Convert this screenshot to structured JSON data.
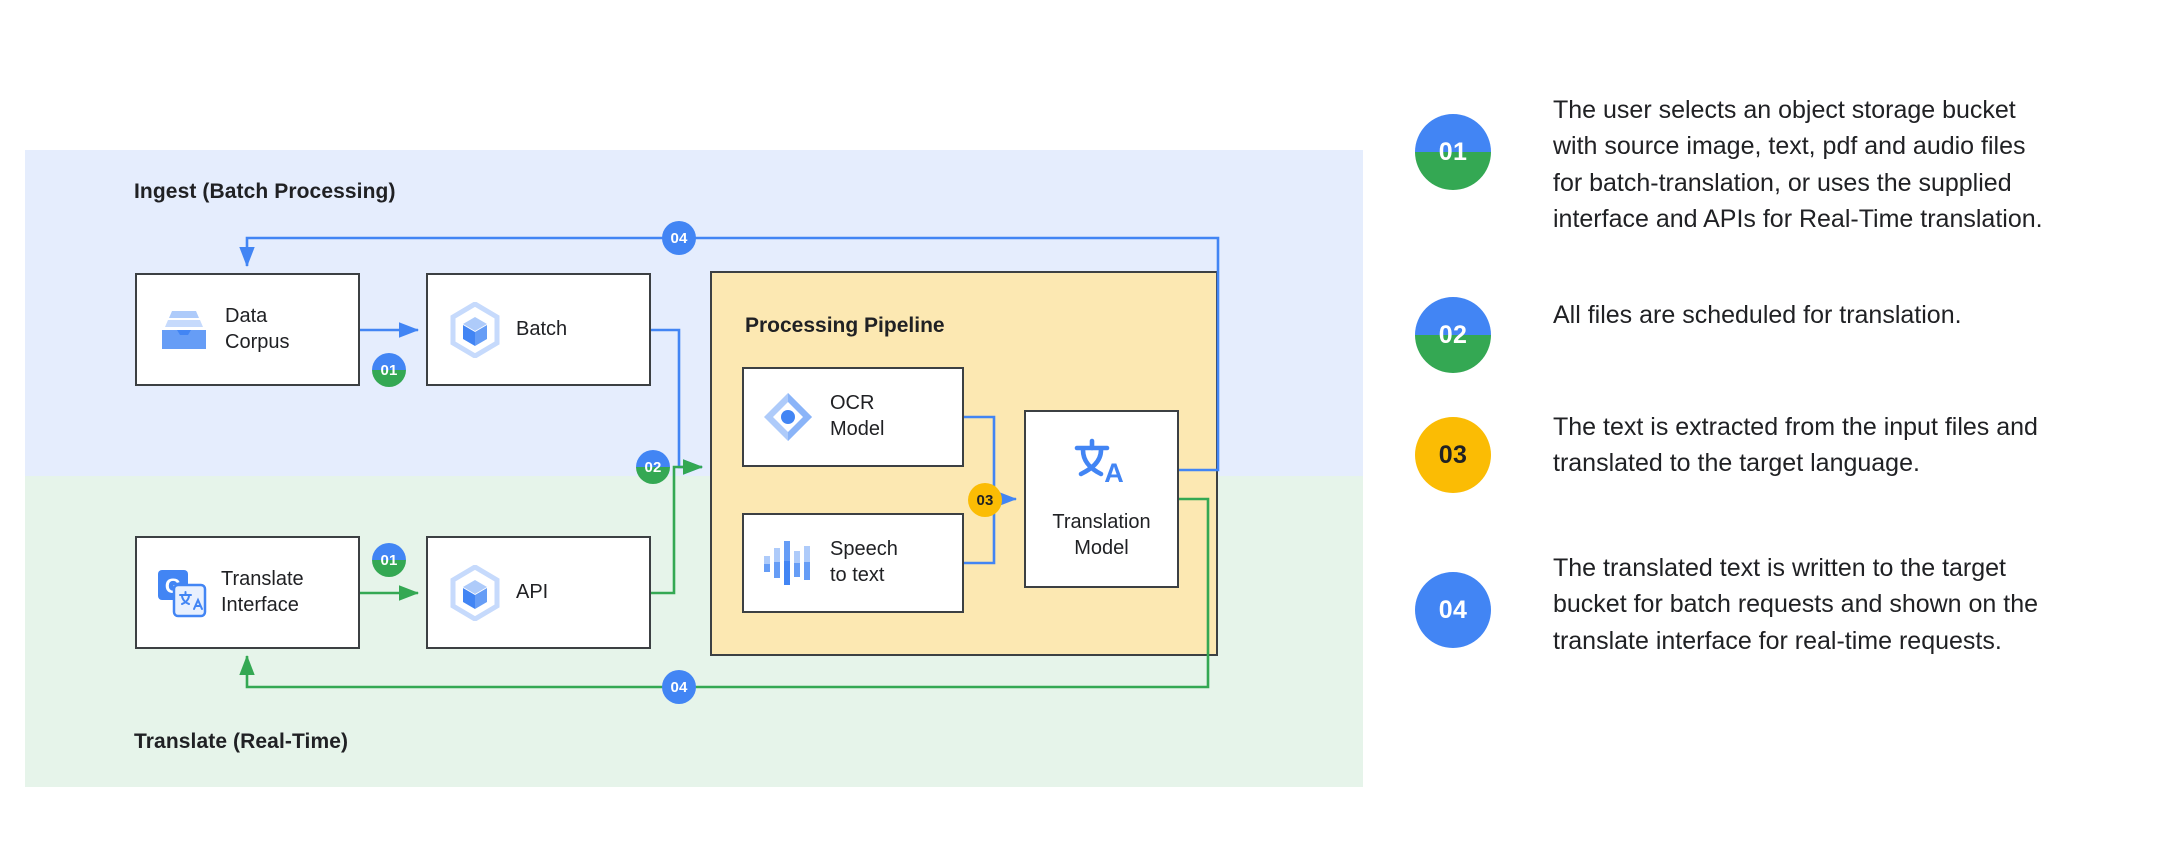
{
  "diagram": {
    "bands": {
      "ingest_label": "Ingest (Batch Processing)",
      "translate_label": "Translate (Real-Time)",
      "ingest_color": "#e5edfd",
      "translate_color": "#e6f4ea"
    },
    "pipeline": {
      "title": "Processing Pipeline",
      "fill_color": "#fce8b2"
    },
    "nodes": {
      "data_corpus": {
        "label": "Data\nCorpus",
        "icon": "archive-tray-icon"
      },
      "batch": {
        "label": "Batch",
        "icon": "cube-hexagon-icon"
      },
      "translate_interface": {
        "label": "Translate\nInterface",
        "icon": "google-translate-icon"
      },
      "api": {
        "label": "API",
        "icon": "cube-hexagon-icon"
      },
      "ocr_model": {
        "label": "OCR\nModel",
        "icon": "diamond-vision-icon"
      },
      "speech_to_text": {
        "label": "Speech\nto text",
        "icon": "waveform-icon"
      },
      "translation_model": {
        "label": "Translation\nModel",
        "icon": "translate-glyph-icon"
      }
    },
    "badges": {
      "b01_corpus_to_batch": "01",
      "b01_interface_to_api": "01",
      "b02_to_pipeline": "02",
      "b03_to_translation_model": "03",
      "b04_top_return": "04",
      "b04_bottom_return": "04"
    },
    "colors": {
      "badge_blue": "#4285f4",
      "badge_green": "#34a853",
      "badge_amber": "#fbbc04",
      "flow_blue": "#4285f4",
      "flow_green": "#34a853",
      "box_border": "#3c4043"
    }
  },
  "legend": {
    "items": [
      {
        "number": "01",
        "style": "split",
        "text": "The user selects an object storage bucket with source image, text, pdf and audio files for batch-translation, or uses the supplied interface and APIs for Real-Time translation."
      },
      {
        "number": "02",
        "style": "split",
        "text": "All files are scheduled for translation."
      },
      {
        "number": "03",
        "style": "amber",
        "text": "The text is extracted from the input files and translated to the target language."
      },
      {
        "number": "04",
        "style": "blue",
        "text": "The translated text is written to the target bucket for batch requests and shown on the translate interface for real-time requests."
      }
    ]
  }
}
